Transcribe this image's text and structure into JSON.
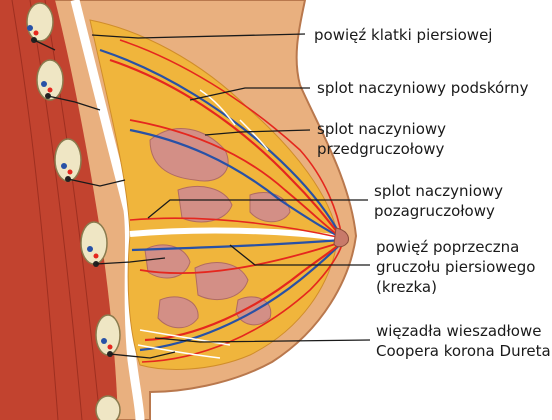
{
  "labels": [
    {
      "lines": [
        "powięź klatki piersiowej"
      ]
    },
    {
      "lines": [
        "splot naczyniowy podskórny"
      ]
    },
    {
      "lines": [
        "splot naczyniowy",
        "przedgruczołowy"
      ]
    },
    {
      "lines": [
        "splot naczyniowy",
        "pozagruczołowy"
      ]
    },
    {
      "lines": [
        "powięź poprzeczna",
        "gruczołu piersiowego",
        "(krezka)"
      ]
    },
    {
      "lines": [
        "więzadła wieszadłowe",
        "Coopera korona Dureta"
      ]
    }
  ],
  "colors": {
    "skin": "#e9b07f",
    "skin_edge": "#b9784d",
    "muscle": "#c2432f",
    "fat": "#f0b53c",
    "gland": "#d38f86",
    "artery": "#e5271e",
    "vein": "#2851a6",
    "leader_line": "#1a1a1a"
  }
}
